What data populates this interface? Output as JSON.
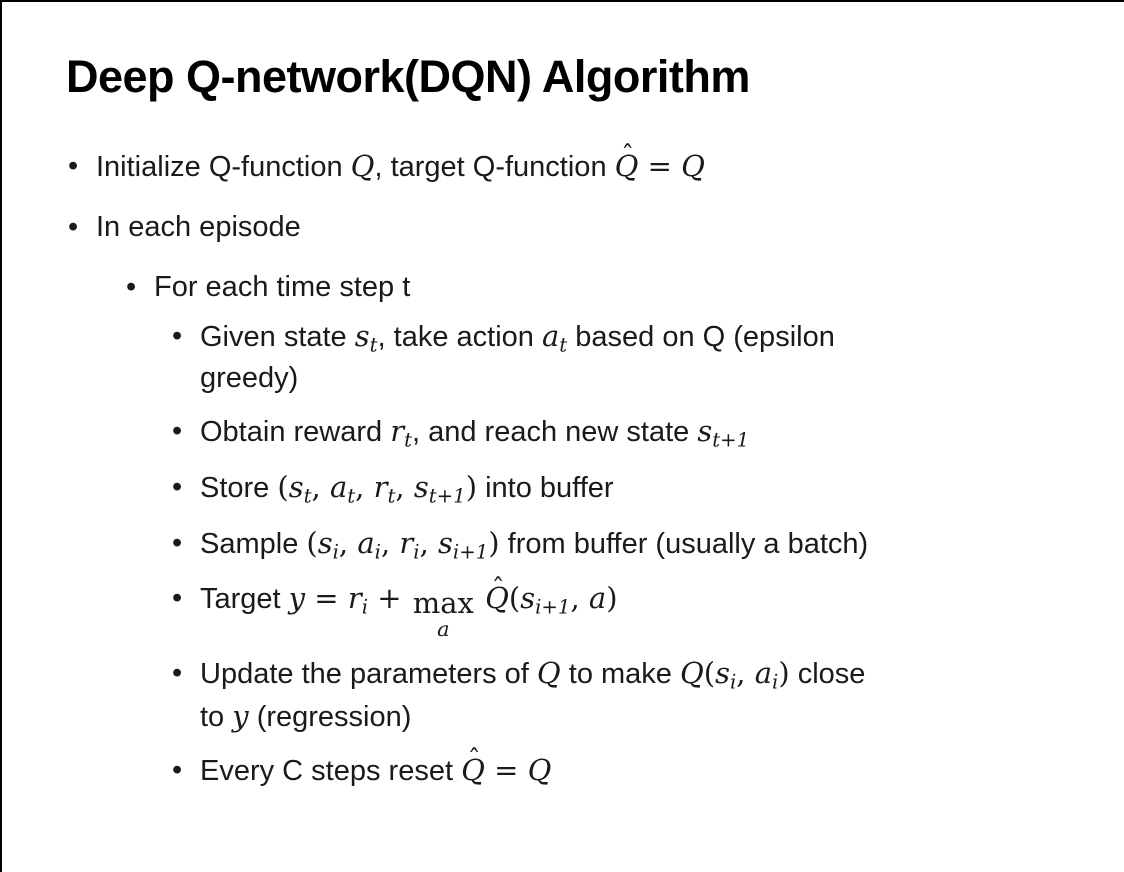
{
  "slide": {
    "title": "Deep Q-network(DQN) Algorithm",
    "bullet_char": "•",
    "hat_accent": "ˆ",
    "background": "#ffffff",
    "border_color": "#000000",
    "text_color": "#1a1a1a",
    "items": [
      {
        "level": 1,
        "segments": [
          {
            "t": "text",
            "v": "Initialize Q-function "
          },
          {
            "t": "math",
            "v": "Q"
          },
          {
            "t": "text",
            "v": ", target Q-function "
          },
          {
            "t": "hat",
            "v": "Q"
          },
          {
            "t": "mop",
            "v": " = "
          },
          {
            "t": "math",
            "v": "Q"
          }
        ]
      },
      {
        "level": 1,
        "segments": [
          {
            "t": "text",
            "v": "In each episode"
          }
        ]
      },
      {
        "level": 2,
        "segments": [
          {
            "t": "text",
            "v": "For each time step t"
          }
        ]
      },
      {
        "level": 3,
        "segments": [
          {
            "t": "text",
            "v": "Given state "
          },
          {
            "t": "math",
            "v": "s"
          },
          {
            "t": "sub",
            "v": "t"
          },
          {
            "t": "text",
            "v": ", take action "
          },
          {
            "t": "math",
            "v": "a"
          },
          {
            "t": "sub",
            "v": "t"
          },
          {
            "t": "text",
            "v": " based on Q (epsilon"
          },
          {
            "t": "br"
          },
          {
            "t": "text",
            "v": "greedy)"
          }
        ]
      },
      {
        "level": 3,
        "segments": [
          {
            "t": "text",
            "v": "Obtain reward "
          },
          {
            "t": "math",
            "v": "r"
          },
          {
            "t": "sub",
            "v": "t"
          },
          {
            "t": "text",
            "v": ", and reach new state "
          },
          {
            "t": "math",
            "v": "s"
          },
          {
            "t": "sub",
            "v": "t+1"
          }
        ]
      },
      {
        "level": 3,
        "segments": [
          {
            "t": "text",
            "v": "Store "
          },
          {
            "t": "mop",
            "v": "("
          },
          {
            "t": "math",
            "v": "s"
          },
          {
            "t": "sub",
            "v": "t"
          },
          {
            "t": "mop",
            "v": ", "
          },
          {
            "t": "math",
            "v": "a"
          },
          {
            "t": "sub",
            "v": "t"
          },
          {
            "t": "mop",
            "v": ", "
          },
          {
            "t": "math",
            "v": "r"
          },
          {
            "t": "sub",
            "v": "t"
          },
          {
            "t": "mop",
            "v": ", "
          },
          {
            "t": "math",
            "v": "s"
          },
          {
            "t": "sub",
            "v": "t+1"
          },
          {
            "t": "mop",
            "v": ")"
          },
          {
            "t": "text",
            "v": " into buffer"
          }
        ]
      },
      {
        "level": 3,
        "segments": [
          {
            "t": "text",
            "v": "Sample "
          },
          {
            "t": "mop",
            "v": "("
          },
          {
            "t": "math",
            "v": "s"
          },
          {
            "t": "sub",
            "v": "i"
          },
          {
            "t": "mop",
            "v": ", "
          },
          {
            "t": "math",
            "v": "a"
          },
          {
            "t": "sub",
            "v": "i"
          },
          {
            "t": "mop",
            "v": ", "
          },
          {
            "t": "math",
            "v": "r"
          },
          {
            "t": "sub",
            "v": "i"
          },
          {
            "t": "mop",
            "v": ", "
          },
          {
            "t": "math",
            "v": "s"
          },
          {
            "t": "sub",
            "v": "i+1"
          },
          {
            "t": "mop",
            "v": ")"
          },
          {
            "t": "text",
            "v": " from buffer (usually a batch)"
          }
        ]
      },
      {
        "level": 3,
        "segments": [
          {
            "t": "text",
            "v": "Target "
          },
          {
            "t": "math",
            "v": "y"
          },
          {
            "t": "mop",
            "v": " = "
          },
          {
            "t": "math",
            "v": "r"
          },
          {
            "t": "sub",
            "v": "i"
          },
          {
            "t": "mop",
            "v": " + "
          },
          {
            "t": "under",
            "base": "max",
            "under": "a"
          },
          {
            "t": "mop",
            "v": " "
          },
          {
            "t": "hat",
            "v": "Q"
          },
          {
            "t": "mop",
            "v": "("
          },
          {
            "t": "math",
            "v": "s"
          },
          {
            "t": "sub",
            "v": "i+1"
          },
          {
            "t": "mop",
            "v": ", "
          },
          {
            "t": "math",
            "v": "a"
          },
          {
            "t": "mop",
            "v": ")"
          }
        ]
      },
      {
        "level": 3,
        "segments": [
          {
            "t": "text",
            "v": "Update the parameters of "
          },
          {
            "t": "math",
            "v": "Q"
          },
          {
            "t": "text",
            "v": " to make "
          },
          {
            "t": "math",
            "v": "Q"
          },
          {
            "t": "mop",
            "v": "("
          },
          {
            "t": "math",
            "v": "s"
          },
          {
            "t": "sub",
            "v": "i"
          },
          {
            "t": "mop",
            "v": ", "
          },
          {
            "t": "math",
            "v": "a"
          },
          {
            "t": "sub",
            "v": "i"
          },
          {
            "t": "mop",
            "v": ")"
          },
          {
            "t": "text",
            "v": " close"
          },
          {
            "t": "br"
          },
          {
            "t": "text",
            "v": "to "
          },
          {
            "t": "math",
            "v": "y"
          },
          {
            "t": "text",
            "v": " (regression)"
          }
        ]
      },
      {
        "level": 3,
        "segments": [
          {
            "t": "text",
            "v": "Every C steps reset "
          },
          {
            "t": "hat",
            "v": "Q"
          },
          {
            "t": "mop",
            "v": " = "
          },
          {
            "t": "math",
            "v": "Q"
          }
        ]
      }
    ]
  }
}
